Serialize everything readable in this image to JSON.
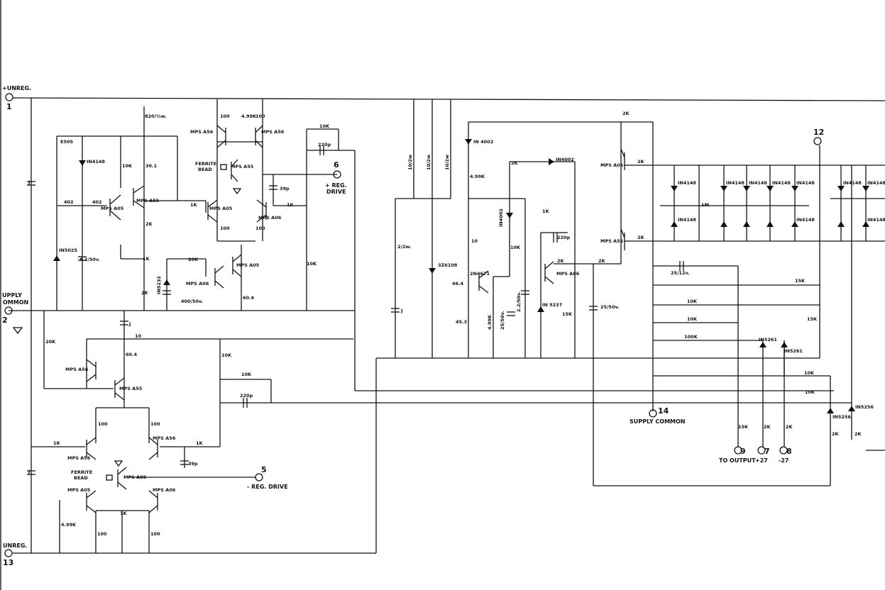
{
  "terminals": [
    {
      "id": "t1",
      "label": "+UNREG.",
      "num": "1"
    },
    {
      "id": "t2",
      "label": "SUPPLY COMMON",
      "num": "2"
    },
    {
      "id": "t13",
      "label": "UNREG.",
      "num": "13"
    },
    {
      "id": "t6",
      "label": "+ REG. DRIVE",
      "num": "6"
    },
    {
      "id": "t5",
      "label": "- REG. DRIVE",
      "num": "5"
    },
    {
      "id": "t14",
      "label": "SUPPLY COMMON",
      "num": "14"
    },
    {
      "id": "t12",
      "label": "",
      "num": "12"
    },
    {
      "id": "t9",
      "label": "TO OUTPUT",
      "num": "9"
    },
    {
      "id": "t7",
      "label": "+27",
      "num": "7"
    },
    {
      "id": "t8",
      "label": "-27",
      "num": "8"
    }
  ],
  "labels": {
    "ferrite_bead": "FERRITE BEAD",
    "mps_a55": "MPS A55",
    "mps_a05": "MPS A05",
    "mps_a56": "MPS A56",
    "mps_a06": "MPS A06",
    "ferrite": "FERRITE",
    "bead": "BEAD",
    "supply": "UPPLY",
    "common": "OMMON",
    "p_unreg": "+UNREG.",
    "unreg": "UNREG.",
    "p_reg_drive_1": "+ REG.",
    "p_reg_drive_2": "DRIVE",
    "m_reg_drive": "- REG. DRIVE",
    "supply_common": "SUPPLY COMMON",
    "to_output": "TO OUTPUT",
    "p27": "+27",
    "m27": "-27",
    "n1": "1",
    "n2": "2",
    "n13": "13",
    "n6": "6",
    "n5": "5",
    "n14": "14",
    "n12": "12",
    "n9": "9",
    "n7": "7",
    "n8": "8"
  },
  "components": {
    "r_820": "820/½w.",
    "r_100": "100",
    "r_499k": "4.99K",
    "r_10k": "10K",
    "r_301": "30.1",
    "r_402": "402",
    "r_2k": "2K",
    "r_1k": "1K",
    "r_20k": "20K",
    "r_604": "60.4",
    "r_10": "10",
    "r_15k": "15K",
    "r_100k": "100K",
    "r_1m": "1M",
    "r_2_2w": "2/2w.",
    "r_10_2w": "10/2w",
    "r_464": "46.4",
    "r_453": "45.3",
    "c_220p": "220p",
    "c_39p": "39p",
    "c_j": "J",
    "c_82_50": "8.2/50v.",
    "c_400_50": "400/50v.",
    "c_25_50": "25/50v.",
    "c_22_50": "2.2/50v.",
    "c_25_12": "25/12v.",
    "d_1n4148": "IN4148",
    "d_1n4002": "IN 4002",
    "d_1n4002b": "IN4002",
    "d_e505": "E505",
    "d_1n5025": "IN5025",
    "d_1n5232": "IN5232",
    "d_1n5237": "IN 5237",
    "d_1n5261": "IN5261",
    "d_1n5256": "IN5256",
    "d_scr": "2N4671",
    "d_3z": "3Z6108",
    "plus": "+"
  },
  "colors": {
    "ink": "#111111",
    "paper": "#ffffff"
  }
}
